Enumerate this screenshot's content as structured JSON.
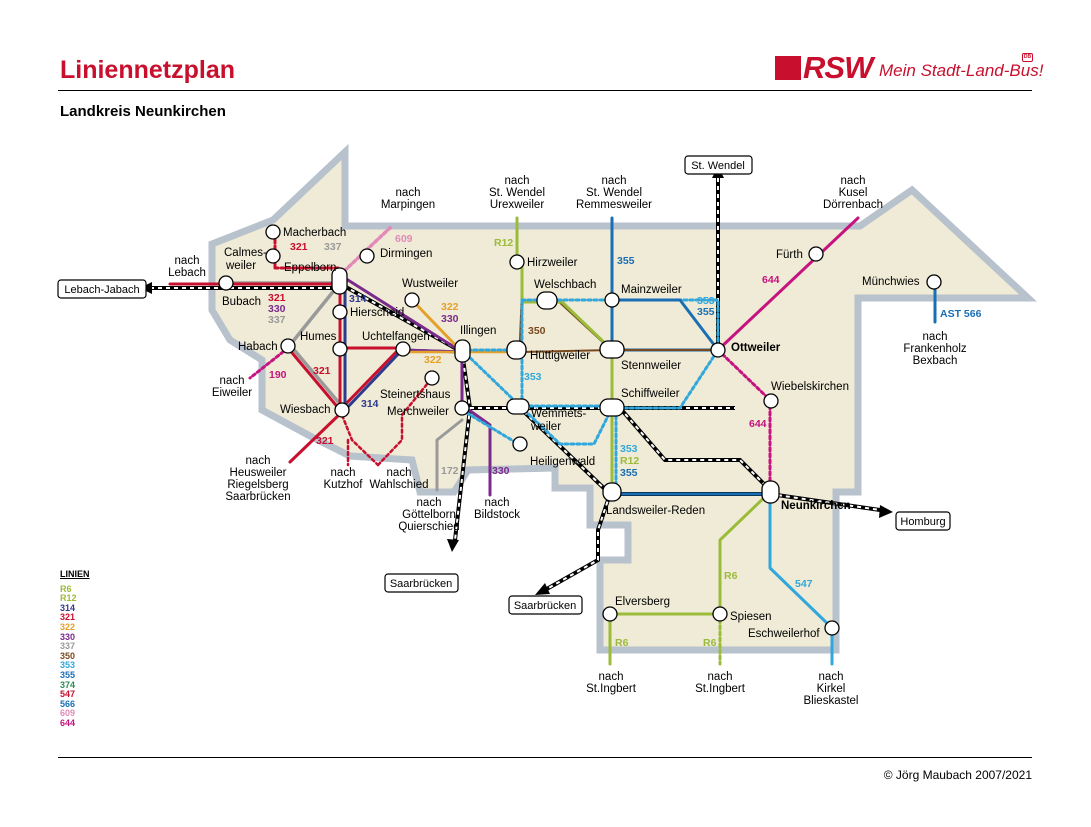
{
  "header": {
    "title": "Liniennetzplan",
    "subtitle": "Landkreis Neunkirchen",
    "logo_text": "RSW",
    "logo_slogan": "Mein Stadt-Land-Bus!",
    "logo_badge": "DB"
  },
  "footer": {
    "copyright": "© Jörg Maubach 2007/2021"
  },
  "legend": {
    "title": "LINIEN",
    "items": [
      {
        "label": "R6",
        "color": "#9bbb3b"
      },
      {
        "label": "R12",
        "color": "#9bbb3b"
      },
      {
        "label": "314",
        "color": "#2e3a8c"
      },
      {
        "label": "321",
        "color": "#c8102e"
      },
      {
        "label": "322",
        "color": "#e3a02a"
      },
      {
        "label": "330",
        "color": "#7a2a8c"
      },
      {
        "label": "337",
        "color": "#9a9a9a"
      },
      {
        "label": "350",
        "color": "#7a4a1e"
      },
      {
        "label": "353",
        "color": "#31a7dc"
      },
      {
        "label": "355",
        "color": "#1a6fb4"
      },
      {
        "label": "374",
        "color": "#2e8a52"
      },
      {
        "label": "547",
        "color": "#c8102e"
      },
      {
        "label": "566",
        "color": "#1a6fb4"
      },
      {
        "label": "609",
        "color": "#e28ab8"
      },
      {
        "label": "644",
        "color": "#c6137f"
      }
    ]
  },
  "stops": {
    "macherbach": "Macherbach",
    "calmesweiler_1": "Calmes-",
    "calmesweiler_2": "weiler",
    "eppelborn": "Eppelborn",
    "bubach": "Bubach",
    "dirmingen": "Dirmingen",
    "hierscheid": "Hierscheid",
    "wustweiler": "Wustweiler",
    "habach": "Habach",
    "humes": "Humes",
    "uchtelfangen": "Uchtelfangen",
    "illingen": "Illingen",
    "huettigweiler": "Hüttigweiler",
    "wiesbach": "Wiesbach",
    "steinertshaus": "Steinertshaus",
    "merchweiler": "Merchweiler",
    "wemmetsweiler_1": "Wemmets-",
    "wemmetsweiler_2": "weiler",
    "heiligenwald": "Heiligenwald",
    "hirzweiler": "Hirzweiler",
    "welschbach": "Welschbach",
    "mainzweiler": "Mainzweiler",
    "stennweiler": "Stennweiler",
    "schiffweiler": "Schiffweiler",
    "ottweiler": "Ottweiler",
    "fuerth": "Fürth",
    "muenchwies": "Münchwies",
    "wiebelskirchen": "Wiebelskirchen",
    "neunkirchen": "Neunkirchen",
    "landsweiler_reden": "Landsweiler-Reden",
    "elversberg": "Elversberg",
    "spiesen": "Spiesen",
    "eschweilerhof": "Eschweilerhof"
  },
  "destinations": {
    "lebach": [
      "nach",
      "Lebach"
    ],
    "marpingen": [
      "nach",
      "Marpingen"
    ],
    "urexweiler": [
      "nach",
      "St. Wendel",
      "Urexweiler"
    ],
    "remmesweiler": [
      "nach",
      "St. Wendel",
      "Remmesweiler"
    ],
    "doerrenbach": [
      "nach",
      "Kusel",
      "Dörrenbach"
    ],
    "eiweiler": [
      "nach",
      "Eiweiler"
    ],
    "heusweiler": [
      "nach",
      "Heusweiler",
      "Riegelsberg",
      "Saarbrücken"
    ],
    "kutzhof": [
      "nach",
      "Kutzhof"
    ],
    "wahlschied": [
      "nach",
      "Wahlschied"
    ],
    "goettelborn": [
      "nach",
      "Göttelborn",
      "Quierschied"
    ],
    "bildstock": [
      "nach",
      "Bildstock"
    ],
    "frankenholz": [
      "nach",
      "Frankenholz",
      "Bexbach"
    ],
    "st_ingbert_1": [
      "nach",
      "St.Ingbert"
    ],
    "st_ingbert_2": [
      "nach",
      "St.Ingbert"
    ],
    "kirkel": [
      "nach",
      "Kirkel",
      "Blieskastel"
    ]
  },
  "rail_boxes": {
    "lebach_jabach": "Lebach-Jabach",
    "st_wendel": "St. Wendel",
    "homburg": "Homburg",
    "saarbruecken_1": "Saarbrücken",
    "saarbruecken_2": "Saarbrücken"
  },
  "line_labels": {
    "l321_a": "321",
    "l337_a": "337",
    "l609": "609",
    "l321_b": "321",
    "l330_a": "330",
    "l337_b": "337",
    "l314_a": "314",
    "l322_a": "322",
    "l330_b": "330",
    "l190": "190",
    "l321_c": "321",
    "l322_b": "322",
    "l314_b": "314",
    "l321_d": "321",
    "l172": "172",
    "l330_c": "330",
    "lR12_a": "R12",
    "l355_a": "355",
    "l350": "350",
    "l353_a": "353",
    "l353_b": "353",
    "l355_b": "355",
    "l644_a": "644",
    "l644_b": "644",
    "l353_c": "353",
    "lR12_b": "R12",
    "l355_c": "355",
    "lR6_a": "R6",
    "l547": "547",
    "lR6_b": "R6",
    "lR6_c": "R6",
    "last566": "AST 566"
  }
}
